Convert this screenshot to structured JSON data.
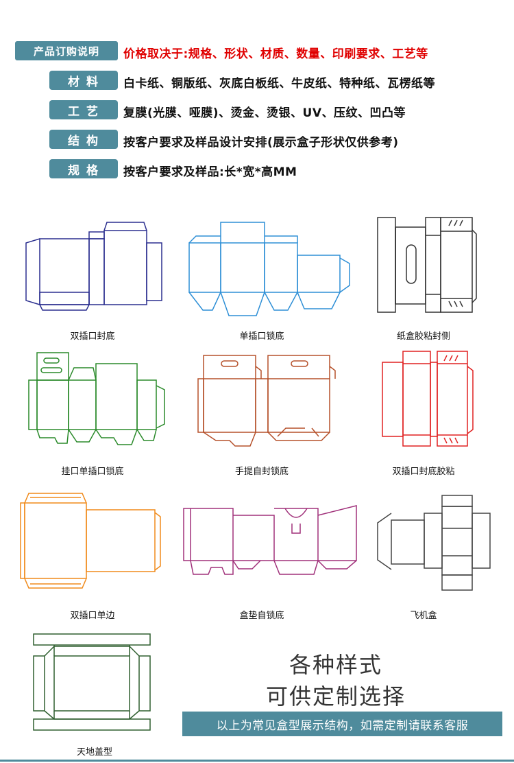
{
  "spec_rows": [
    {
      "label": "产品订购说明",
      "text": "价格取决于:规格、形状、材质、数量、印刷要求、工艺等"
    },
    {
      "label": "材料",
      "text": "白卡纸、铜版纸、灰底白板纸、牛皮纸、特种纸、瓦楞纸等"
    },
    {
      "label": "工艺",
      "text": "复膜(光膜、哑膜)、烫金、烫银、UV、压纹、凹凸等"
    },
    {
      "label": "结构",
      "text": "按客户要求及样品设计安排(展示盒子形状仅供参考)"
    },
    {
      "label": "规格",
      "text": "按客户要求及样品:长*宽*高MM"
    }
  ],
  "boxes": [
    {
      "name": "双插口封底",
      "color": "#2b2f8f"
    },
    {
      "name": "单插口锁底",
      "color": "#2e8fd6"
    },
    {
      "name": "纸盒胶粘封侧",
      "color": "#333333"
    },
    {
      "name": "挂口单插口锁底",
      "color": "#2a8a2a"
    },
    {
      "name": "手提自封锁底",
      "color": "#b5502a"
    },
    {
      "name": "双插口封底胶粘",
      "color": "#e02020"
    },
    {
      "name": "双插口单边",
      "color": "#f08a1a"
    },
    {
      "name": "盒垫自锁底",
      "color": "#a0307a"
    },
    {
      "name": "飞机盒",
      "color": "#444444"
    },
    {
      "name": "天地盖型",
      "color": "#2f5f2f"
    }
  ],
  "promo": {
    "line1": "各种样式",
    "line2": "可供定制选择",
    "banner": "以上为常见盒型展示结构，如需定制请联系客服"
  },
  "accent": "#4f8b9c"
}
